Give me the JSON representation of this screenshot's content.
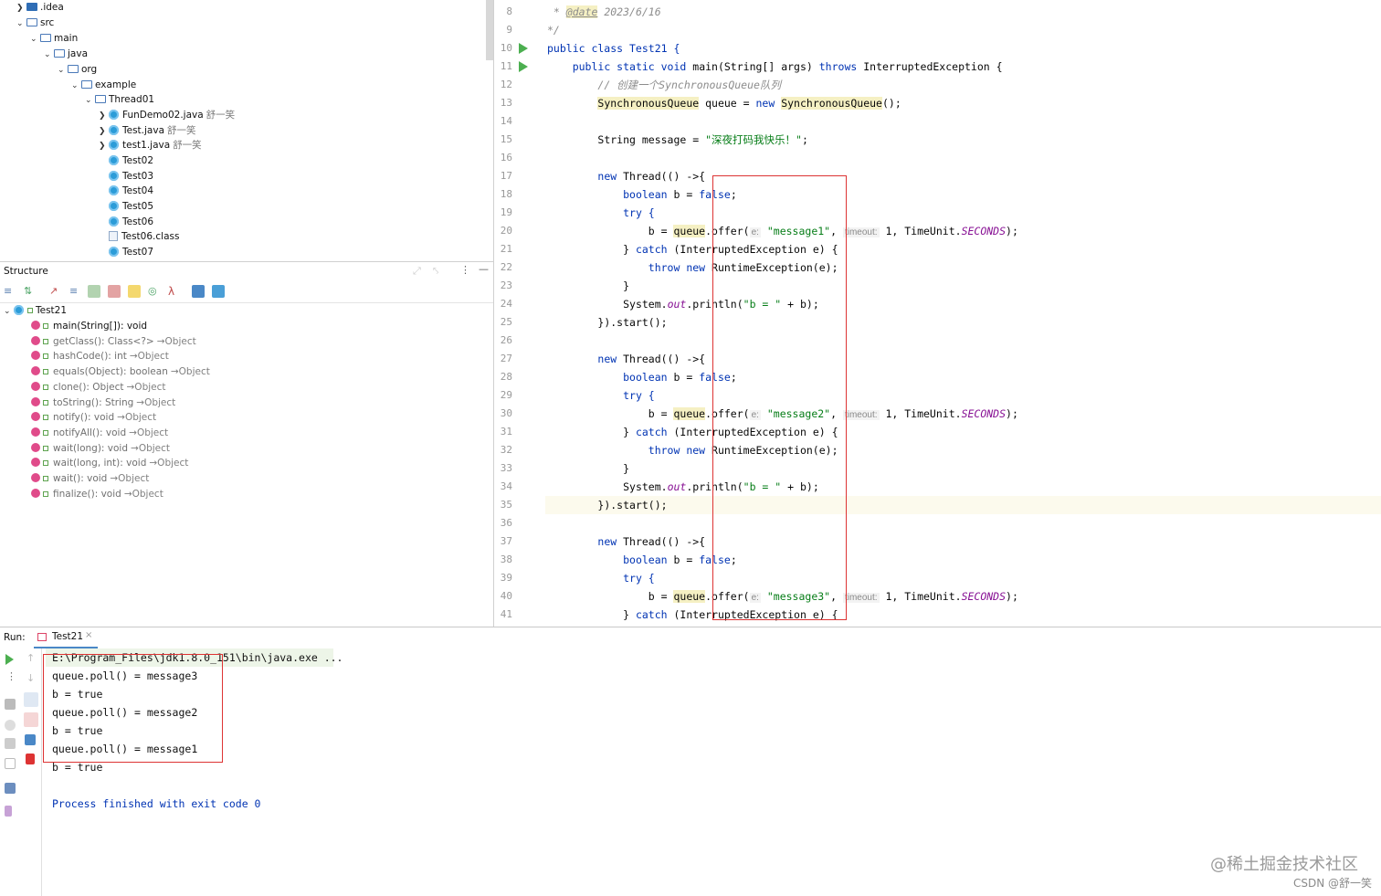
{
  "project_tree": [
    {
      "name": ".idea",
      "type": "folder-idea",
      "depth": 0,
      "expanded": false
    },
    {
      "name": "src",
      "type": "folder",
      "depth": 0,
      "expanded": true
    },
    {
      "name": "main",
      "type": "folder",
      "depth": 1,
      "expanded": true
    },
    {
      "name": "java",
      "type": "folder",
      "depth": 2,
      "expanded": true
    },
    {
      "name": "org",
      "type": "folder",
      "depth": 3,
      "expanded": true
    },
    {
      "name": "example",
      "type": "folder",
      "depth": 4,
      "expanded": true
    },
    {
      "name": "Thread01",
      "type": "folder",
      "depth": 5,
      "expanded": true
    },
    {
      "name": "FunDemo02.java",
      "author": "舒一笑",
      "type": "java",
      "depth": 6,
      "expandable": true
    },
    {
      "name": "Test.java",
      "author": "舒一笑",
      "type": "java",
      "depth": 6,
      "expandable": true
    },
    {
      "name": "test1.java",
      "author": "舒一笑",
      "type": "java",
      "depth": 6,
      "expandable": true
    },
    {
      "name": "Test02",
      "type": "class",
      "depth": 6
    },
    {
      "name": "Test03",
      "type": "class",
      "depth": 6
    },
    {
      "name": "Test04",
      "type": "class",
      "depth": 6
    },
    {
      "name": "Test05",
      "type": "class",
      "depth": 6
    },
    {
      "name": "Test06",
      "type": "class",
      "depth": 6
    },
    {
      "name": "Test06.class",
      "type": "classfile",
      "depth": 6
    },
    {
      "name": "Test07",
      "type": "class",
      "depth": 6
    }
  ],
  "structure": {
    "title": "Structure",
    "root": "Test21",
    "members": [
      {
        "name": "main(String[]): void",
        "inherited": ""
      },
      {
        "name": "getClass(): Class<?>",
        "inherited": "→Object"
      },
      {
        "name": "hashCode(): int",
        "inherited": "→Object"
      },
      {
        "name": "equals(Object): boolean",
        "inherited": "→Object"
      },
      {
        "name": "clone(): Object",
        "inherited": "→Object"
      },
      {
        "name": "toString(): String",
        "inherited": "→Object"
      },
      {
        "name": "notify(): void",
        "inherited": "→Object"
      },
      {
        "name": "notifyAll(): void",
        "inherited": "→Object"
      },
      {
        "name": "wait(long): void",
        "inherited": "→Object"
      },
      {
        "name": "wait(long, int): void",
        "inherited": "→Object"
      },
      {
        "name": "wait(): void",
        "inherited": "→Object"
      },
      {
        "name": "finalize(): void",
        "inherited": "→Object"
      }
    ]
  },
  "editor": {
    "line_numbers": [
      "8",
      "9",
      "10",
      "11",
      "12",
      "13",
      "14",
      "15",
      "16",
      "17",
      "18",
      "19",
      "20",
      "21",
      "22",
      "23",
      "24",
      "25",
      "26",
      "27",
      "28",
      "29",
      "30",
      "31",
      "32",
      "33",
      "34",
      "35",
      "36",
      "37",
      "38",
      "39",
      "40",
      "41"
    ],
    "text": {
      "date_tag": "@date",
      "date_value": " 2023/6/16",
      "comment_end": "*/",
      "class_decl": "public class Test21 {",
      "main_decl_a": "public static void ",
      "main_decl_b": "main(String[] args) ",
      "throws": "throws",
      "main_decl_c": " InterruptedException {",
      "comment_create": "// 创建一个SynchronousQueue队列",
      "sq_type": "SynchronousQueue",
      "sq_mid": " queue = ",
      "new": "new",
      "sq_ctor": "SynchronousQueue",
      "sq_end": "();",
      "msg_decl": "String message = ",
      "msg_value": "\"深夜打码我快乐！\"",
      "msg_end": ";",
      "thread_new": "new",
      "thread_rest": " Thread(() ->{",
      "bool_kw": "boolean",
      "bool_rest": " b = ",
      "false": "false",
      "semi": ";",
      "try": "try {",
      "b_assign": "b = ",
      "queue_offer": "queue",
      "offer_call": ".offer(",
      "hint_e": "e:",
      "msg1": "\"message1\"",
      "msg2": "\"message2\"",
      "msg3": "\"message3\"",
      "comma": ", ",
      "hint_timeout": "timeout:",
      "one_comma": " 1, TimeUnit.",
      "seconds": "SECONDS",
      "close_call": ");",
      "catch_a": "} ",
      "catch_kw": "catch",
      "catch_b": " (InterruptedException e) {",
      "throw_kw": "throw new",
      "throw_rest": " RuntimeException(e);",
      "close_brace": "}",
      "sysout_a": "System.",
      "sysout_out": "out",
      "sysout_b": ".println(",
      "sysout_str": "\"b = \"",
      "sysout_c": " + b);",
      "start": "}).start();"
    }
  },
  "run": {
    "label": "Run:",
    "tab": "Test21",
    "console": [
      "E:\\Program_Files\\jdk1.8.0_151\\bin\\java.exe ...",
      "queue.poll() = message3",
      "b = true",
      "queue.poll() = message2",
      "b = true",
      "queue.poll() = message1",
      "b = true",
      "",
      "Process finished with exit code 0"
    ]
  },
  "watermark": {
    "main": "@稀土掘金技术社区",
    "sub": "CSDN @舒一笑"
  }
}
